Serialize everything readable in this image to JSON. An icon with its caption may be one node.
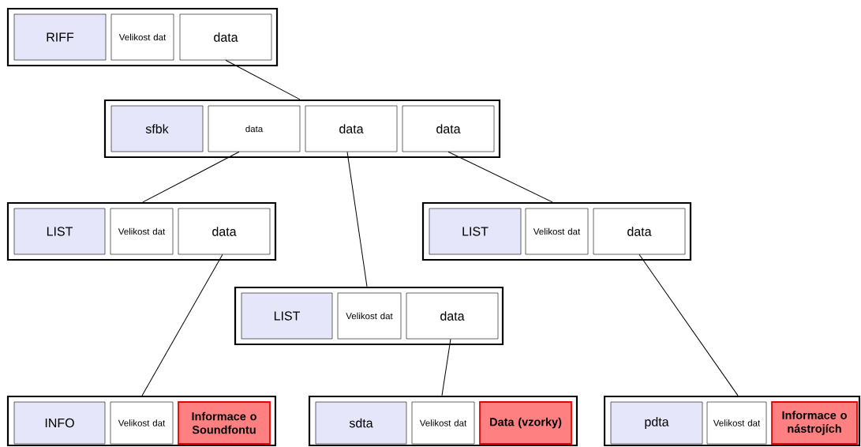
{
  "diagram": {
    "nodes": [
      {
        "text": [],
        "shape": "box"
      },
      {
        "text": [
          "RIFF"
        ],
        "in": 0
      },
      {
        "text": [
          "Velikost dat"
        ],
        "in": 0
      },
      {
        "text": [
          "data"
        ],
        "in": 0
      },
      {
        "text": [],
        "shape": "box"
      },
      {
        "text": [
          "sfbk"
        ],
        "in": 4
      },
      {
        "text": [
          "data"
        ],
        "in": 4
      },
      {
        "text": [
          "data"
        ],
        "in": 4
      },
      {
        "text": [
          "data"
        ],
        "in": 4
      },
      {
        "text": [],
        "shape": "box"
      },
      {
        "text": [
          "LIST"
        ],
        "in": 9
      },
      {
        "text": [
          "Velikost dat"
        ],
        "in": 9
      },
      {
        "text": [
          "data"
        ],
        "in": 9
      },
      {
        "text": [],
        "shape": "box"
      },
      {
        "text": [
          "LIST"
        ],
        "in": 13
      },
      {
        "text": [
          "Velikost dat"
        ],
        "in": 13
      },
      {
        "text": [
          "data"
        ],
        "in": 13
      },
      {
        "text": [],
        "shape": "box"
      },
      {
        "text": [
          "LIST"
        ],
        "in": 17
      },
      {
        "text": [
          "Velikost dat"
        ],
        "in": 17
      },
      {
        "text": [
          "data"
        ],
        "in": 17
      },
      {
        "text": [],
        "shape": "box"
      },
      {
        "text": [
          "INFO"
        ],
        "in": 21
      },
      {
        "text": [
          "Velikost dat"
        ],
        "in": 21
      },
      {
        "text": [
          "Informace o Soundfontu"
        ],
        "in": 21
      },
      {
        "text": [],
        "shape": "box"
      },
      {
        "text": [
          "sdta"
        ],
        "in": 25
      },
      {
        "text": [
          "Velikost dat"
        ],
        "in": 25
      },
      {
        "text": [
          "Data (vzorky)"
        ],
        "in": 25
      },
      {
        "text": [],
        "shape": "box"
      },
      {
        "text": [
          "pdta"
        ],
        "in": 29
      },
      {
        "text": [
          "Velikost dat"
        ],
        "in": 29
      },
      {
        "text": [
          "Informace o nástrojích"
        ],
        "in": 29
      }
    ],
    "edges": [
      {
        "from": 3,
        "to": 4,
        "arrow": "none"
      },
      {
        "from": 6,
        "to": 9,
        "arrow": "none"
      },
      {
        "from": 7,
        "to": 17,
        "arrow": "none"
      },
      {
        "from": 8,
        "to": 13,
        "arrow": "none"
      },
      {
        "from": 12,
        "to": 21,
        "arrow": "none"
      },
      {
        "from": 20,
        "to": 25,
        "arrow": "none"
      },
      {
        "from": 16,
        "to": 29,
        "arrow": "none"
      }
    ]
  }
}
